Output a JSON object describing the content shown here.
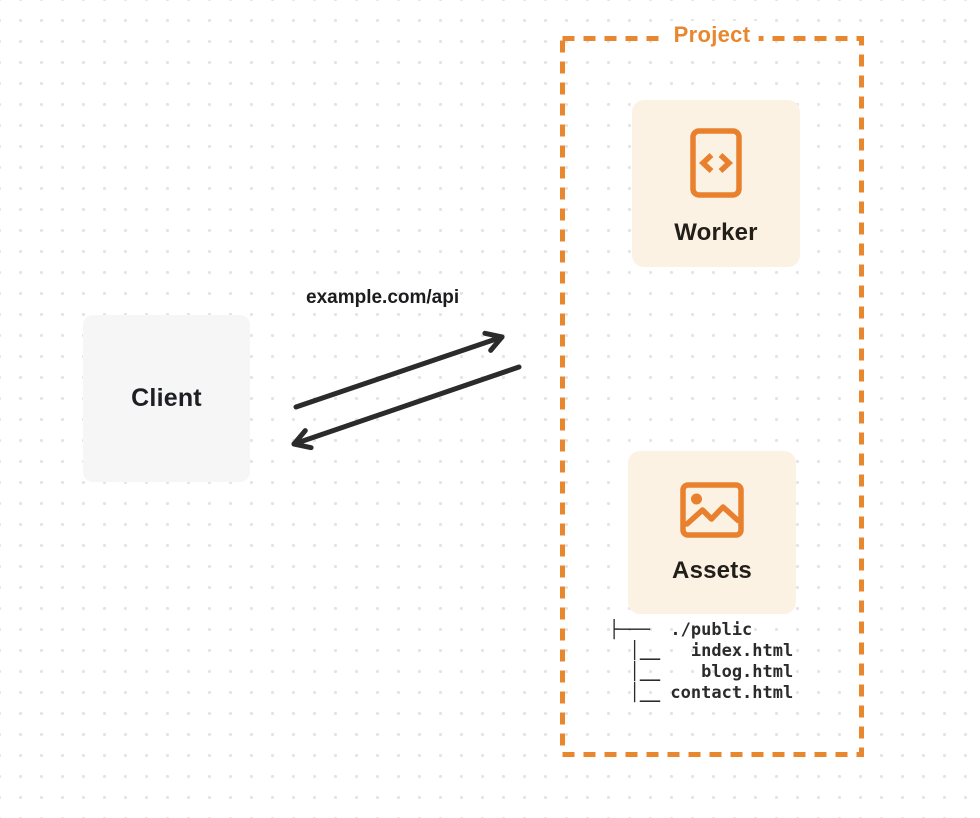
{
  "colors": {
    "orange": "#e8872e",
    "card_background": "#fcf2e3",
    "client_background": "#f6f6f7",
    "arrow": "#2b2b2b",
    "text_dark": "#1e1f22",
    "dot_grid": "#e4e4e6"
  },
  "client": {
    "label": "Client"
  },
  "connection": {
    "label": "example.com/api",
    "request_direction": "client-to-project",
    "response_direction": "project-to-client"
  },
  "project": {
    "label": "Project",
    "nodes": [
      {
        "label": "Worker",
        "icon": "code-document-icon"
      },
      {
        "label": "Assets",
        "icon": "image-icon"
      }
    ],
    "file_tree": {
      "root": "./public",
      "files": [
        "index.html",
        "blog.html",
        "contact.html"
      ],
      "text": "├───  ./public\n  │__   index.html\n  │__    blog.html\n  │__ contact.html"
    }
  }
}
